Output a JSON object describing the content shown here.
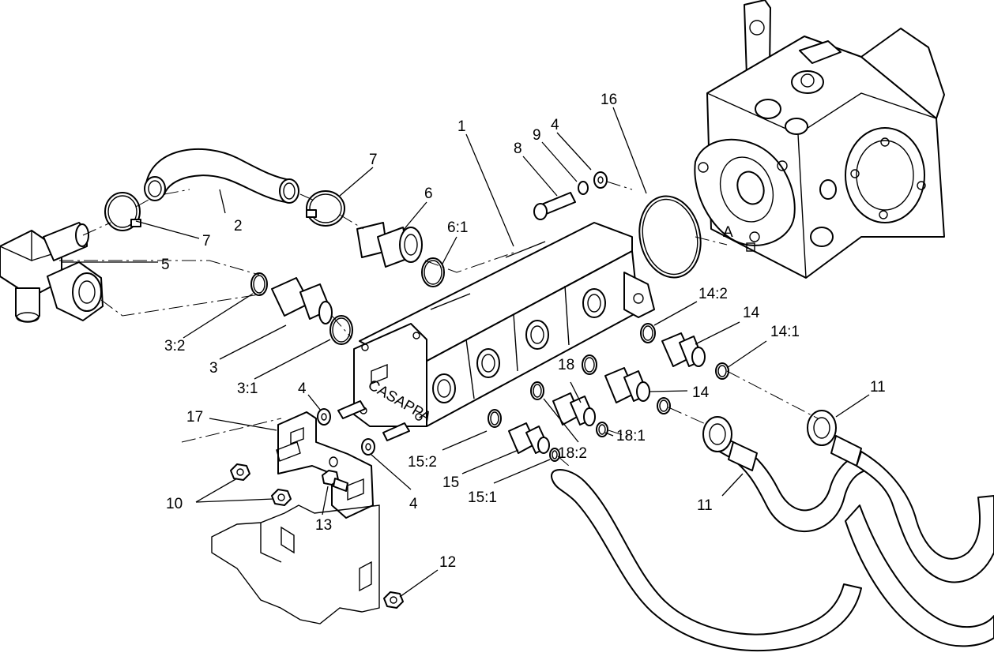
{
  "diagram": {
    "callouts": {
      "c1": "1",
      "c2": "2",
      "c3": "3",
      "c3_1": "3:1",
      "c3_2": "3:2",
      "c4_top": "4",
      "c4_left": "4",
      "c4_bottom": "4",
      "c5": "5",
      "c6": "6",
      "c6_1": "6:1",
      "c7_top": "7",
      "c7_bottom": "7",
      "c8": "8",
      "c9": "9",
      "c10": "10",
      "c11_right": "11",
      "c11_left": "11",
      "c12": "12",
      "c13": "13",
      "c14_top": "14",
      "c14_bottom": "14",
      "c14_1": "14:1",
      "c14_2": "14:2",
      "c15": "15",
      "c15_1": "15:1",
      "c15_2": "15:2",
      "c16": "16",
      "c17": "17",
      "c18": "18",
      "c18_1": "18:1",
      "c18_2": "18:2"
    },
    "pump_logo_text": "CASAPPA",
    "nameplate_glyph": "A"
  }
}
